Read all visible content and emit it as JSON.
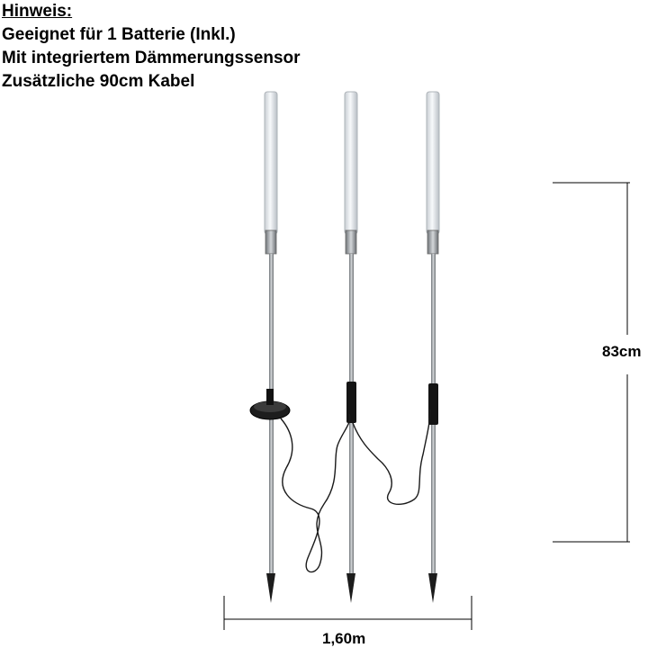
{
  "notes": {
    "heading": "Hinweis:",
    "lines": [
      "Geeignet für 1 Batterie (Inkl.)",
      "Mit integriertem Dämmerungssensor",
      "Zusätzliche 90cm Kabel"
    ]
  },
  "dimensions": {
    "height": "83cm",
    "width": "1,60m"
  },
  "colors": {
    "tube": "#e4e8ec",
    "metal": "#9a9fa3",
    "dark": "#1a1a1a"
  }
}
